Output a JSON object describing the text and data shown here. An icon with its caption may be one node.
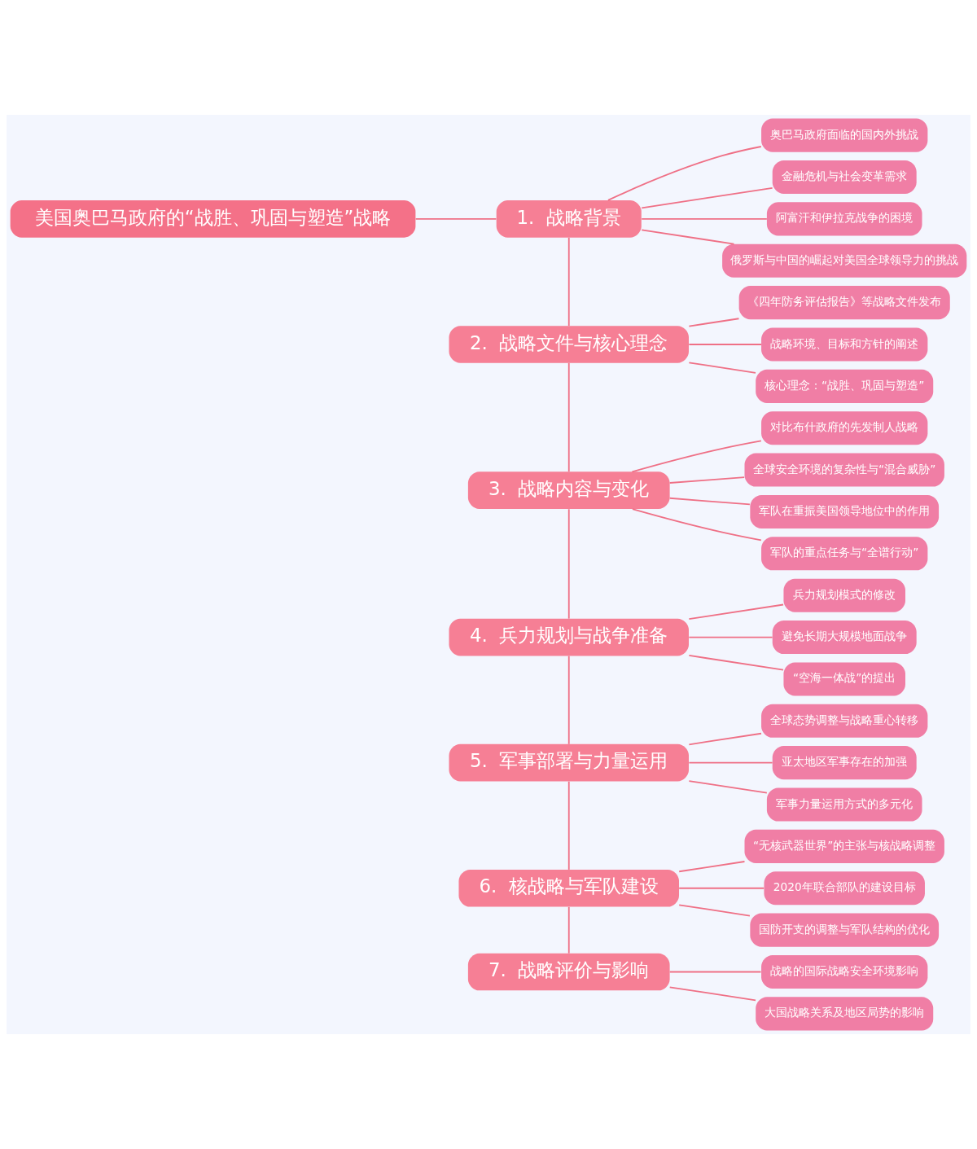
{
  "diagram": {
    "nodes": [
      {
        "text": [
          "美国奥巴马政府的“战胜、巩固与塑造”战略"
        ]
      },
      {
        "text": [
          "1.  战略背景"
        ]
      },
      {
        "text": [
          "奥巴马政府面临的国内外挑战"
        ]
      },
      {
        "text": [
          "金融危机与社会变革需求"
        ]
      },
      {
        "text": [
          "阿富汗和伊拉克战争的困境"
        ]
      },
      {
        "text": [
          "俄罗斯与中国的崛起对美国全球领导力的挑战"
        ]
      },
      {
        "text": [
          "2.  战略文件与核心理念"
        ]
      },
      {
        "text": [
          "《四年防务评估报告》等战略文件发布"
        ]
      },
      {
        "text": [
          "战略环境、目标和方针的阐述"
        ]
      },
      {
        "text": [
          "核心理念：“战胜、巩固与塑造”"
        ]
      },
      {
        "text": [
          "3.  战略内容与变化"
        ]
      },
      {
        "text": [
          "对比布什政府的先发制人战略"
        ]
      },
      {
        "text": [
          "全球安全环境的复杂性与“混合威胁”"
        ]
      },
      {
        "text": [
          "军队在重振美国领导地位中的作用"
        ]
      },
      {
        "text": [
          "军队的重点任务与“全谱行动”"
        ]
      },
      {
        "text": [
          "4.  兵力规划与战争准备"
        ]
      },
      {
        "text": [
          "兵力规划模式的修改"
        ]
      },
      {
        "text": [
          "避免长期大规模地面战争"
        ]
      },
      {
        "text": [
          "“空海一体战”的提出"
        ]
      },
      {
        "text": [
          "5.  军事部署与力量运用"
        ]
      },
      {
        "text": [
          "全球态势调整与战略重心转移"
        ]
      },
      {
        "text": [
          "亚太地区军事存在的加强"
        ]
      },
      {
        "text": [
          "军事力量运用方式的多元化"
        ]
      },
      {
        "text": [
          "6.  核战略与军队建设"
        ]
      },
      {
        "text": [
          "“无核武器世界”的主张与核战略调整"
        ]
      },
      {
        "text": [
          "2020年联合部队的建设目标"
        ]
      },
      {
        "text": [
          "国防开支的调整与军队结构的优化"
        ]
      },
      {
        "text": [
          "7.  战略评价与影响"
        ]
      },
      {
        "text": [
          "战略的国际战略安全环境影响"
        ]
      },
      {
        "text": [
          "大国战略关系及地区局势的影响"
        ]
      }
    ],
    "edges": [
      {
        "from": 0,
        "to": 1,
        "arrow": "none"
      },
      {
        "from": 1,
        "to": 2,
        "arrow": "none"
      },
      {
        "from": 1,
        "to": 3,
        "arrow": "none"
      },
      {
        "from": 1,
        "to": 4,
        "arrow": "none"
      },
      {
        "from": 1,
        "to": 5,
        "arrow": "none"
      },
      {
        "from": 1,
        "to": 6,
        "arrow": "none"
      },
      {
        "from": 6,
        "to": 7,
        "arrow": "none"
      },
      {
        "from": 6,
        "to": 8,
        "arrow": "none"
      },
      {
        "from": 6,
        "to": 9,
        "arrow": "none"
      },
      {
        "from": 6,
        "to": 10,
        "arrow": "none"
      },
      {
        "from": 10,
        "to": 11,
        "arrow": "none"
      },
      {
        "from": 10,
        "to": 12,
        "arrow": "none"
      },
      {
        "from": 10,
        "to": 13,
        "arrow": "none"
      },
      {
        "from": 10,
        "to": 14,
        "arrow": "none"
      },
      {
        "from": 10,
        "to": 15,
        "arrow": "none"
      },
      {
        "from": 15,
        "to": 16,
        "arrow": "none"
      },
      {
        "from": 15,
        "to": 17,
        "arrow": "none"
      },
      {
        "from": 15,
        "to": 18,
        "arrow": "none"
      },
      {
        "from": 15,
        "to": 19,
        "arrow": "none"
      },
      {
        "from": 19,
        "to": 20,
        "arrow": "none"
      },
      {
        "from": 19,
        "to": 21,
        "arrow": "none"
      },
      {
        "from": 19,
        "to": 22,
        "arrow": "none"
      },
      {
        "from": 19,
        "to": 23,
        "arrow": "none"
      },
      {
        "from": 23,
        "to": 24,
        "arrow": "none"
      },
      {
        "from": 23,
        "to": 25,
        "arrow": "none"
      },
      {
        "from": 23,
        "to": 26,
        "arrow": "none"
      },
      {
        "from": 23,
        "to": 27,
        "arrow": "none"
      },
      {
        "from": 27,
        "to": 28,
        "arrow": "none"
      },
      {
        "from": 27,
        "to": 29,
        "arrow": "none"
      }
    ]
  }
}
